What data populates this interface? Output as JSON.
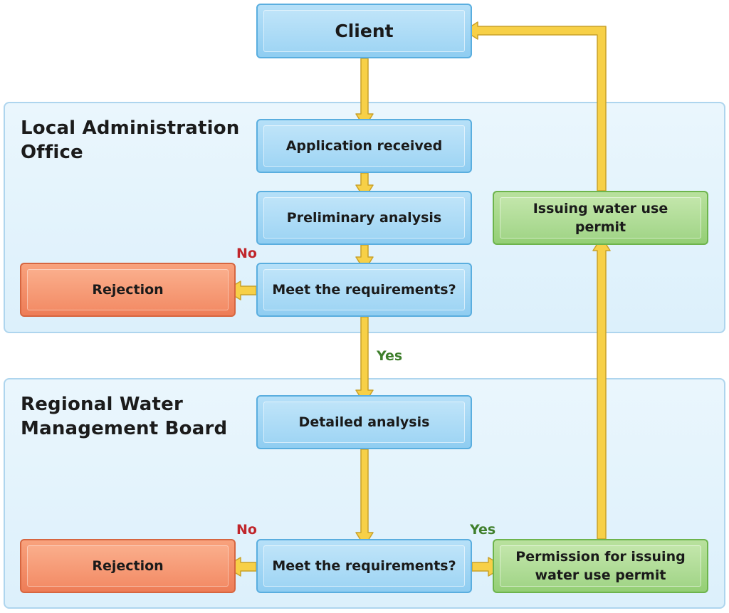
{
  "regions": {
    "local": "Local Administration\nOffice",
    "regional": "Regional Water\nManagement Board"
  },
  "nodes": {
    "client": "Client",
    "application_received": "Application received",
    "preliminary_analysis": "Preliminary analysis",
    "meet_requirements_1": "Meet the requirements?",
    "rejection_1": "Rejection",
    "issuing_permit": "Issuing water use\npermit",
    "detailed_analysis": "Detailed analysis",
    "meet_requirements_2": "Meet the requirements?",
    "rejection_2": "Rejection",
    "permission": "Permission for issuing\nwater use permit"
  },
  "labels": {
    "no_1": "No",
    "yes_1": "Yes",
    "no_2": "No",
    "yes_2": "Yes"
  },
  "colors": {
    "process": "#9fd5f4",
    "approval": "#a2d588",
    "rejection": "#f38c66",
    "arrow": "#f7d047",
    "region": "#e3f3fc"
  }
}
